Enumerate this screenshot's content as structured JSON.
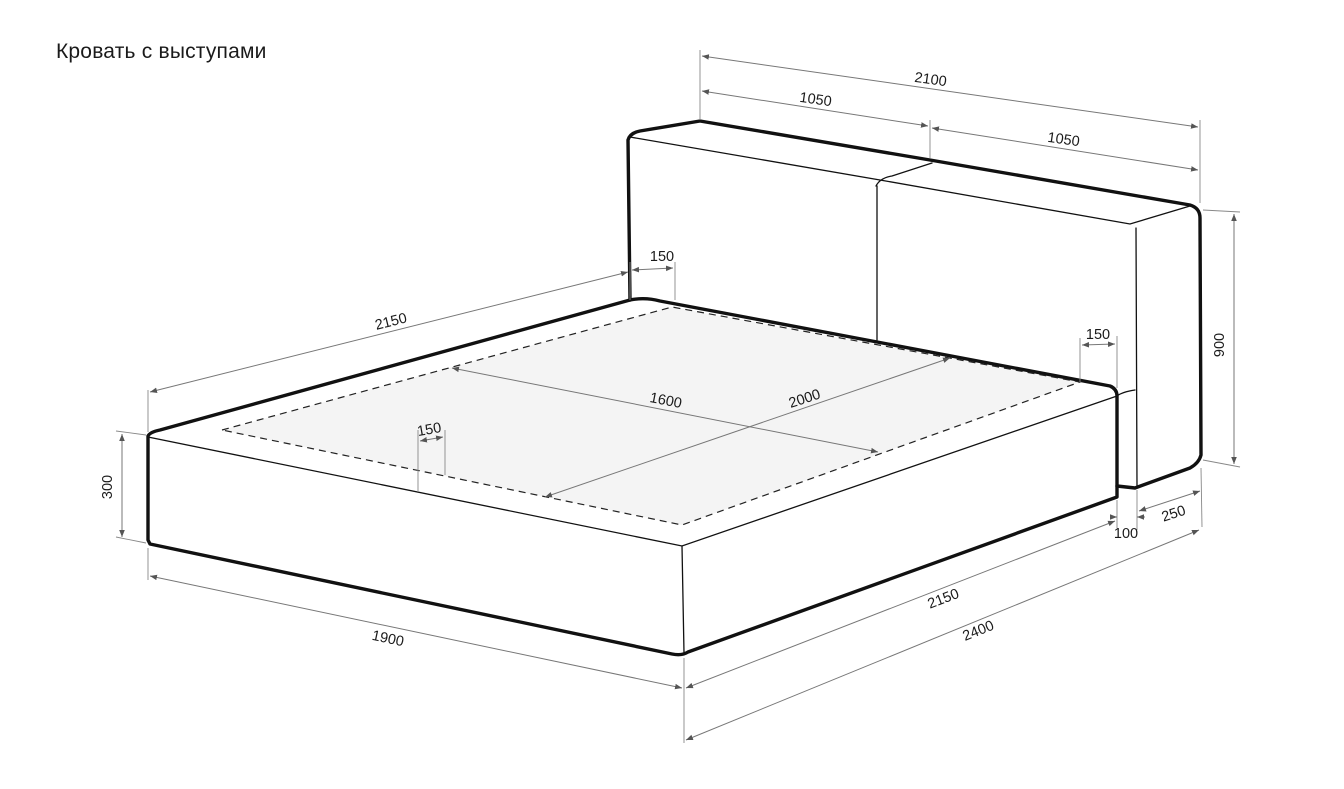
{
  "title": "Кровать с выступами",
  "dimensions": {
    "headboard_total_width": "2100",
    "headboard_left_panel": "1050",
    "headboard_right_panel": "1050",
    "headboard_height": "900",
    "headboard_depth": "250",
    "side_ledge_top": "150",
    "side_ledge_right": "150",
    "front_ledge": "150",
    "side_length_top": "2150",
    "mattress_width": "1600",
    "mattress_length": "2000",
    "base_height": "300",
    "base_width": "1900",
    "side_length_bottom": "2150",
    "total_length": "2400",
    "gap": "100"
  }
}
